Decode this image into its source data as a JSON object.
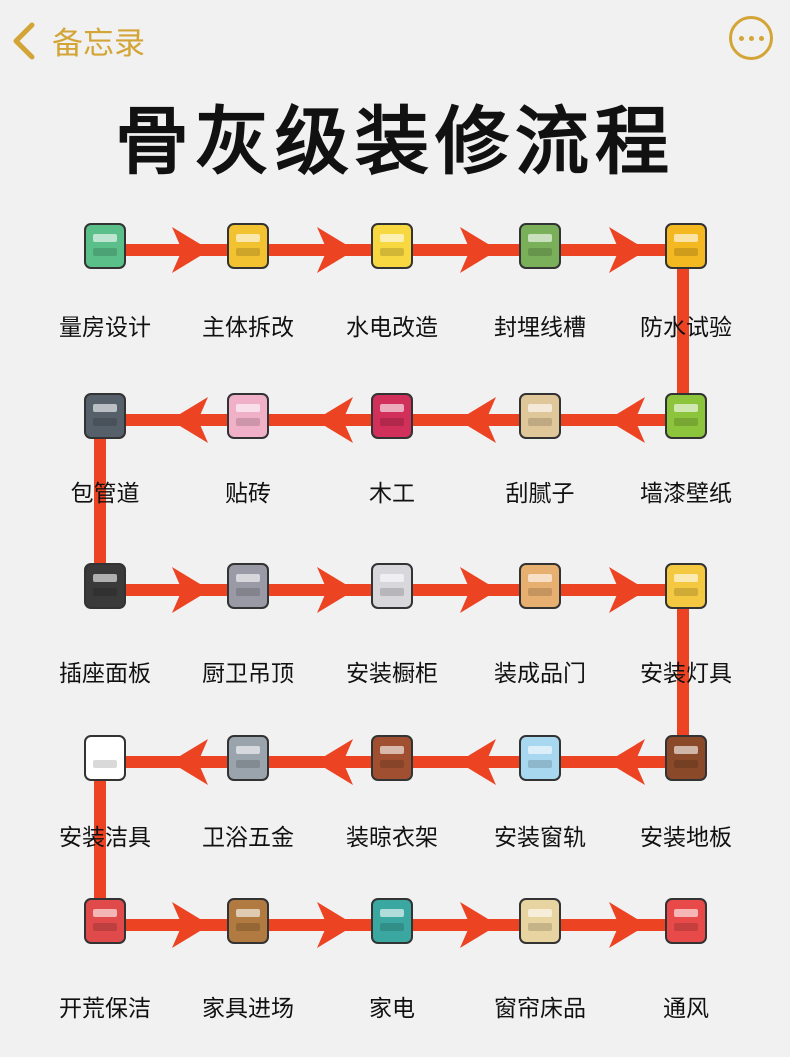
{
  "nav": {
    "back_label": "备忘录",
    "back_icon": "chevron-left-icon",
    "more_icon": "more-icon"
  },
  "title": "骨灰级装修流程",
  "colors": {
    "accent": "#d3a537",
    "flow_line": "#ec4323"
  },
  "rows": [
    {
      "direction": "right",
      "steps": [
        {
          "label": "量房设计",
          "icon": "ruler-icon",
          "color": "#5bbf8a"
        },
        {
          "label": "主体拆改",
          "icon": "drill-icon",
          "color": "#f2c230"
        },
        {
          "label": "水电改造",
          "icon": "light-bulb-icon",
          "color": "#f7d840"
        },
        {
          "label": "封埋线槽",
          "icon": "shovel-icon",
          "color": "#7ab05a"
        },
        {
          "label": "防水试验",
          "icon": "paint-bucket-icon",
          "color": "#f4b820"
        }
      ]
    },
    {
      "direction": "left",
      "steps": [
        {
          "label": "墙漆壁纸",
          "icon": "paint-can-icon",
          "color": "#8cc43c"
        },
        {
          "label": "刮腻子",
          "icon": "paint-roller-icon",
          "color": "#e0c79a"
        },
        {
          "label": "木工",
          "icon": "carpenter-icon",
          "color": "#d0305a"
        },
        {
          "label": "贴砖",
          "icon": "tile-icon",
          "color": "#f0b0c8"
        },
        {
          "label": "包管道",
          "icon": "worker-icon",
          "color": "#56606a"
        }
      ]
    },
    {
      "direction": "right",
      "steps": [
        {
          "label": "插座面板",
          "icon": "plug-icon",
          "color": "#3a3a3a"
        },
        {
          "label": "厨卫吊顶",
          "icon": "ladder-icon",
          "color": "#9a9aa6"
        },
        {
          "label": "安装橱柜",
          "icon": "cabinet-icon",
          "color": "#d8d8dc"
        },
        {
          "label": "装成品门",
          "icon": "door-icon",
          "color": "#e8b070"
        },
        {
          "label": "安装灯具",
          "icon": "chandelier-icon",
          "color": "#f4c840"
        }
      ]
    },
    {
      "direction": "left",
      "steps": [
        {
          "label": "安装地板",
          "icon": "floor-board-icon",
          "color": "#8a4a2a"
        },
        {
          "label": "安装窗轨",
          "icon": "window-icon",
          "color": "#a8d8f0"
        },
        {
          "label": "装晾衣架",
          "icon": "hanger-icon",
          "color": "#a05030"
        },
        {
          "label": "卫浴五金",
          "icon": "faucet-icon",
          "color": "#9aa4ac"
        },
        {
          "label": "安装洁具",
          "icon": "toilet-icon",
          "color": "#ffffff"
        }
      ]
    },
    {
      "direction": "right",
      "steps": [
        {
          "label": "开荒保洁",
          "icon": "cleaner-icon",
          "color": "#e04a4a"
        },
        {
          "label": "家具进场",
          "icon": "furniture-icon",
          "color": "#b07a40"
        },
        {
          "label": "家电",
          "icon": "fridge-icon",
          "color": "#3aa8a0"
        },
        {
          "label": "窗帘床品",
          "icon": "bed-icon",
          "color": "#e8d4a0"
        },
        {
          "label": "通风",
          "icon": "windsock-icon",
          "color": "#e84a4a"
        }
      ]
    }
  ]
}
